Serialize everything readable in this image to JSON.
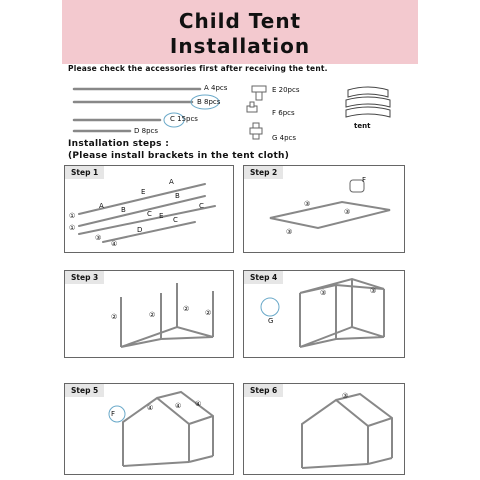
{
  "header": {
    "title_line1": "Child Tent",
    "title_line2": "Installation",
    "bg": "#f3c9cf"
  },
  "note": "Please check the accessories first after receiving the tent.",
  "accessories": {
    "a": "A 4pcs",
    "b": "B 8pcs",
    "c": "C 15pcs",
    "d": "D 8pcs",
    "e": "E 20pcs",
    "f": "F 6pcs",
    "g": "G 4pcs",
    "tent": "tent"
  },
  "steps_heading": "Installation steps :",
  "steps_subheading": "(Please install brackets in the tent cloth)",
  "steps": [
    {
      "label": "Step 1"
    },
    {
      "label": "Step 2"
    },
    {
      "label": "Step 3"
    },
    {
      "label": "Step 4"
    },
    {
      "label": "Step 5"
    },
    {
      "label": "Step 6"
    }
  ],
  "markers": {
    "A": "A",
    "B": "B",
    "C": "C",
    "D": "D",
    "E": "E",
    "F": "F",
    "G": "G",
    "n1": "①",
    "n2": "②",
    "n3": "③",
    "n4": "④"
  }
}
